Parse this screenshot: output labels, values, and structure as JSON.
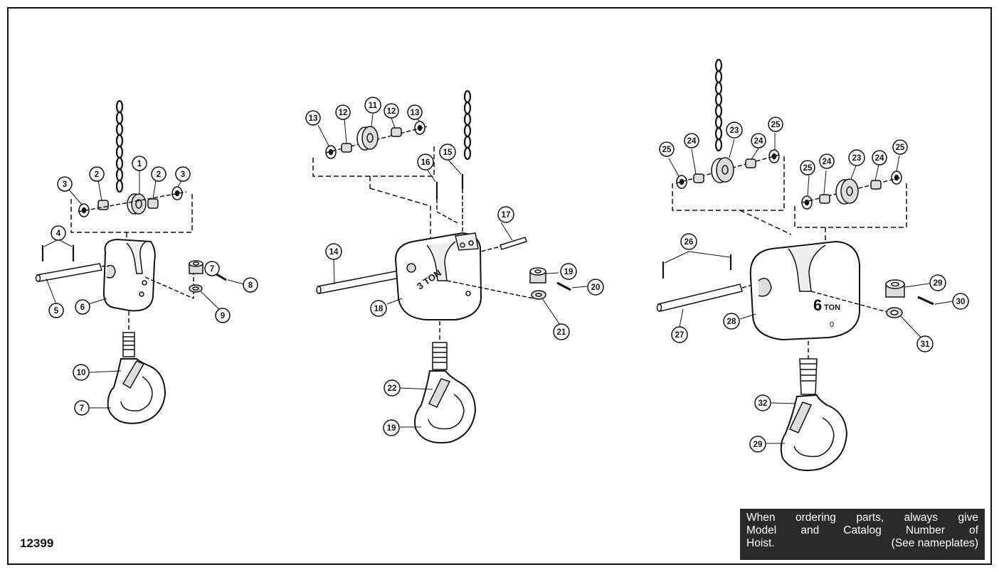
{
  "figure_number": "12399",
  "note": {
    "line1": "When ordering parts, always give",
    "line2": "Model and Catalog Number of",
    "line3_left": "Hoist.",
    "line3_right": "(See nameplates)"
  },
  "block_markings": {
    "center": "3 TON",
    "right_size": "6",
    "right_unit": "TON",
    "right_mark": "0"
  },
  "assemblies": [
    {
      "name": "left-assembly",
      "callouts": [
        "1",
        "2",
        "2",
        "3",
        "3",
        "4",
        "5",
        "6",
        "7",
        "8",
        "9",
        "10",
        "7"
      ]
    },
    {
      "name": "center-assembly",
      "callouts": [
        "11",
        "12",
        "12",
        "13",
        "13",
        "14",
        "15",
        "16",
        "17",
        "18",
        "19",
        "20",
        "21",
        "22",
        "19"
      ]
    },
    {
      "name": "right-assembly",
      "callouts": [
        "23",
        "24",
        "24",
        "25",
        "25",
        "25",
        "24",
        "23",
        "24",
        "25",
        "26",
        "27",
        "28",
        "29",
        "30",
        "31",
        "32",
        "29"
      ]
    }
  ]
}
